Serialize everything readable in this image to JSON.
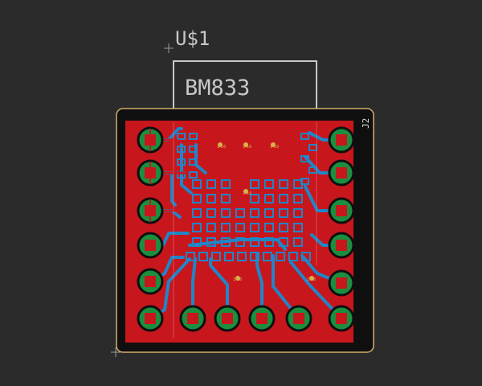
{
  "board": {
    "part_name": "U$1",
    "part_value": "BM833",
    "connector_name": "J2",
    "via_labels": [
      "1-16",
      "1-16",
      "1-16",
      "1-16",
      "1-16",
      "1-16"
    ]
  },
  "colors": {
    "background": "#2b2b2b",
    "board_outline": "#d4b06a",
    "board_fill": "#0f0f0f",
    "copper_top": "#c8161d",
    "copper_bottom": "#1f86c8",
    "pad": "#1b8f3e",
    "silkscreen": "#c8c8c8"
  }
}
